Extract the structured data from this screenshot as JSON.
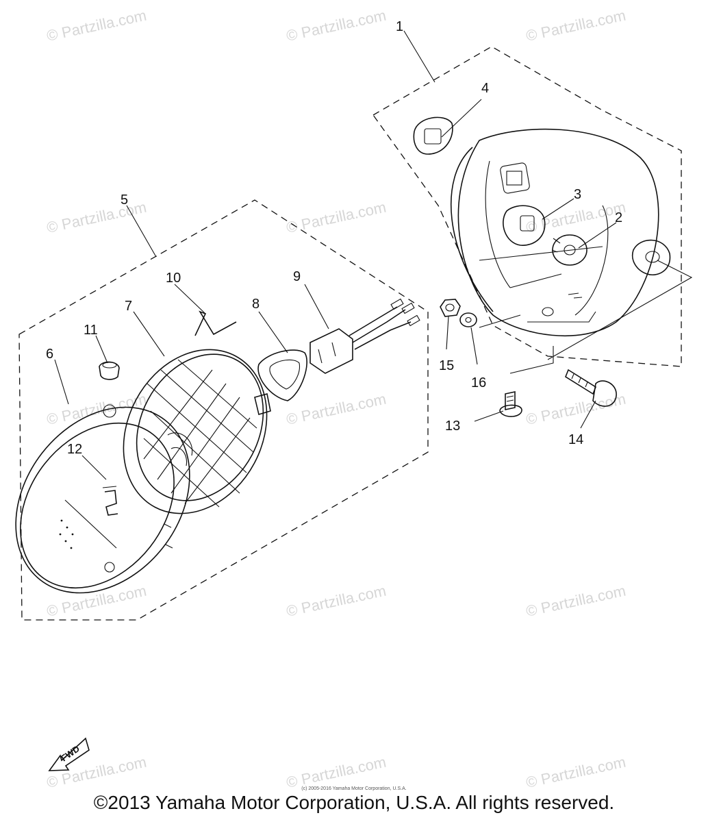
{
  "watermark": "© Partzilla.com",
  "callouts": [
    "1",
    "2",
    "3",
    "4",
    "5",
    "6",
    "7",
    "8",
    "9",
    "10",
    "11",
    "12",
    "13",
    "14",
    "15",
    "16"
  ],
  "fwd_label": "FWD",
  "small_notice": "(c) 2005-2016 Yamaha Motor Corporation, U.S.A.",
  "copyright": "©2013 Yamaha Motor Corporation, U.S.A. All rights reserved."
}
